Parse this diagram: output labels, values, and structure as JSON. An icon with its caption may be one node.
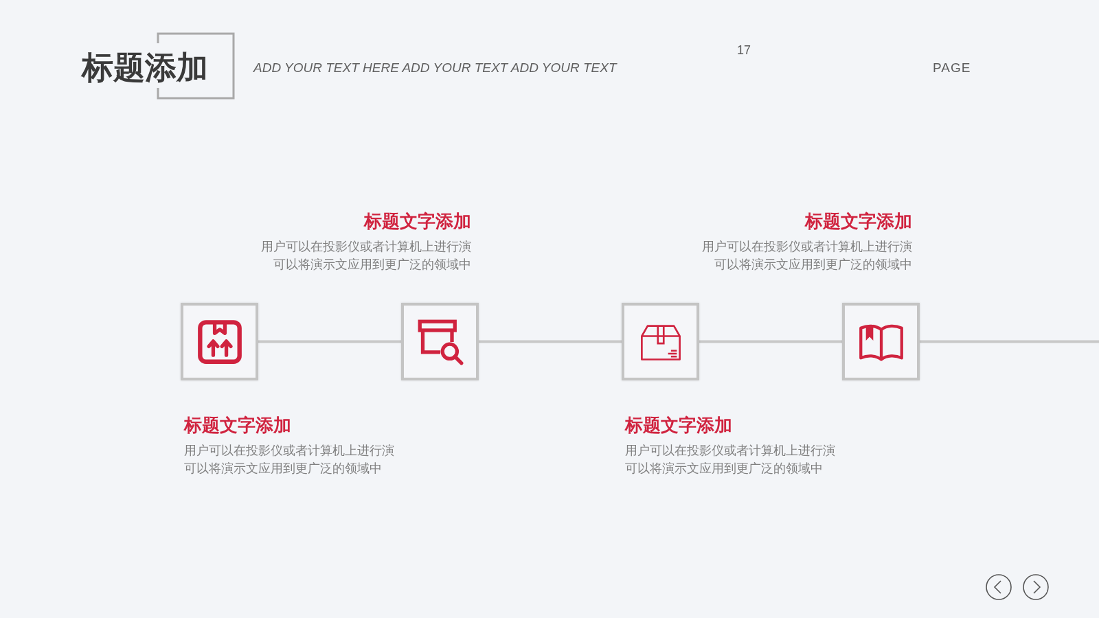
{
  "diagram": {
    "title": "标题添加",
    "nodes": [
      {
        "text": [],
        "shape": "box",
        "beside": [
          "标题文字添加",
          "用户可以在投影仪或者计算机上进行演可以将演示文应用到更广泛的领域中"
        ]
      },
      {
        "text": [],
        "shape": "box",
        "beside": [
          "标题文字添加",
          "用户可以在投影仪或者计算机上进行演可以将演示文应用到更广泛的领域中"
        ]
      },
      {
        "text": [],
        "shape": "box",
        "beside": [
          "标题文字添加",
          "用户可以在投影仪或者计算机上进行演可以将演示文应用到更广泛的领域中"
        ]
      },
      {
        "text": [],
        "shape": "box",
        "beside": [
          "标题文字添加",
          "用户可以在投影仪或者计算机上进行演可以将演示文应用到更广泛的领域中"
        ]
      }
    ],
    "edges": [
      {
        "from": 0,
        "to": 1,
        "arrow": "none"
      },
      {
        "from": 1,
        "to": 2,
        "arrow": "none"
      },
      {
        "from": 2,
        "to": 3,
        "arrow": "none"
      },
      {
        "from": 3,
        "to": null,
        "arrow": "none"
      }
    ],
    "labels": [
      "ADD YOUR TEXT HERE ADD YOUR TEXT ADD YOUR TEXT",
      "17",
      "PAGE"
    ]
  }
}
